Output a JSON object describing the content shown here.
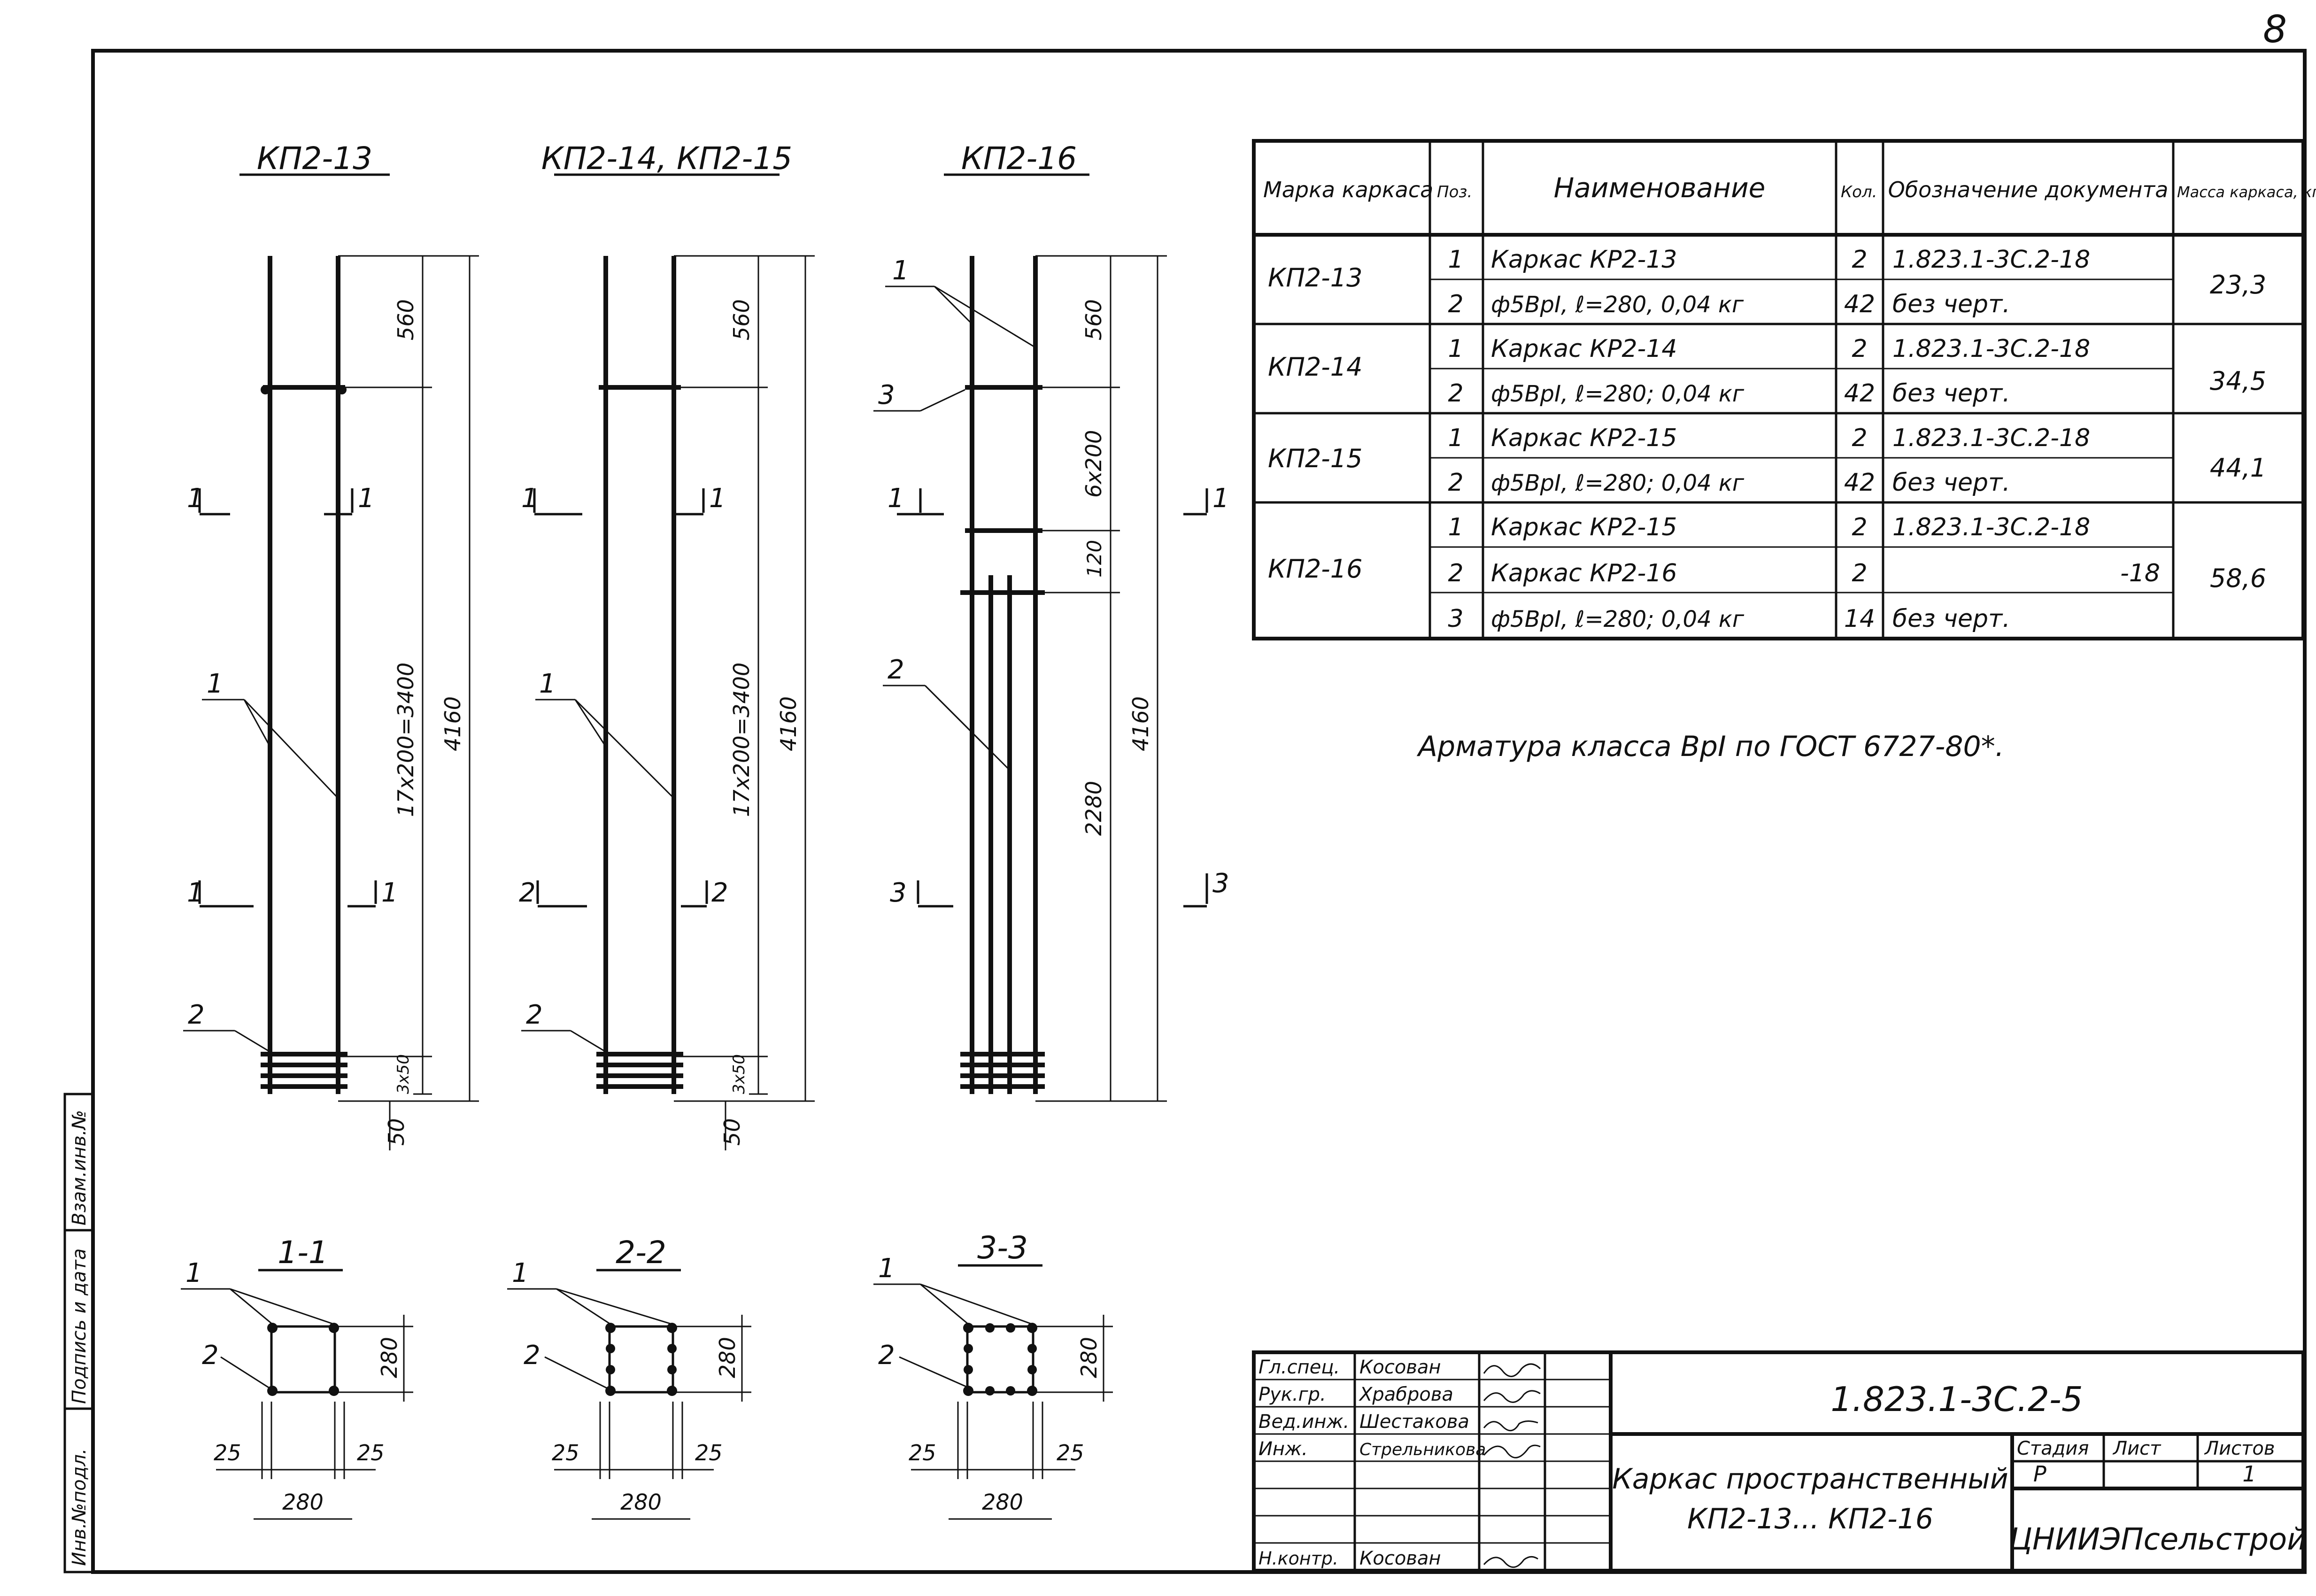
{
  "sheet": {
    "page_number": "8",
    "note": "Арматура класса ВрI по ГОСТ 6727-80*."
  },
  "views": [
    {
      "title": "КП2-13",
      "dims": [
        "560",
        "17х200=3400",
        "4160",
        "3х50",
        "50"
      ],
      "section_marks": [
        "1",
        "1",
        "1",
        "1"
      ],
      "leaders": [
        "1",
        "2"
      ]
    },
    {
      "title": "КП2-14, КП2-15",
      "dims": [
        "560",
        "17х200=3400",
        "4160",
        "3х50",
        "50"
      ],
      "section_marks": [
        "1",
        "1",
        "2",
        "2"
      ],
      "leaders": [
        "1",
        "2"
      ]
    },
    {
      "title": "КП2-16",
      "dims": [
        "560",
        "6х200",
        "120",
        "2280",
        "4160"
      ],
      "section_marks": [
        "1",
        "1",
        "3",
        "3"
      ],
      "leaders": [
        "1",
        "3",
        "2"
      ]
    }
  ],
  "sections": [
    {
      "title": "1-1",
      "dims": [
        "280",
        "25",
        "25",
        "280"
      ],
      "leaders": [
        "1",
        "2"
      ]
    },
    {
      "title": "2-2",
      "dims": [
        "280",
        "25",
        "25",
        "280"
      ],
      "leaders": [
        "1",
        "2"
      ]
    },
    {
      "title": "3-3",
      "dims": [
        "280",
        "25",
        "25",
        "280"
      ],
      "leaders": [
        "1",
        "2"
      ]
    }
  ],
  "spec_table": {
    "headers": [
      "Марка каркаса",
      "Поз.",
      "Наименование",
      "Кол.",
      "Обозначение документа",
      "Масса каркаса, кг"
    ],
    "groups": [
      {
        "mark": "КП2-13",
        "mass": "23,3",
        "rows": [
          {
            "pos": "1",
            "name": "Каркас КР2-13",
            "qty": "2",
            "doc": "1.823.1-3С.2-18"
          },
          {
            "pos": "2",
            "name": "ф5ВрI, ℓ=280, 0,04 кг",
            "qty": "42",
            "doc": "без черт."
          }
        ]
      },
      {
        "mark": "КП2-14",
        "mass": "34,5",
        "rows": [
          {
            "pos": "1",
            "name": "Каркас КР2-14",
            "qty": "2",
            "doc": "1.823.1-3С.2-18"
          },
          {
            "pos": "2",
            "name": "ф5ВрI, ℓ=280; 0,04 кг",
            "qty": "42",
            "doc": "без черт."
          }
        ]
      },
      {
        "mark": "КП2-15",
        "mass": "44,1",
        "rows": [
          {
            "pos": "1",
            "name": "Каркас КР2-15",
            "qty": "2",
            "doc": "1.823.1-3С.2-18"
          },
          {
            "pos": "2",
            "name": "ф5ВрI, ℓ=280; 0,04 кг",
            "qty": "42",
            "doc": "без черт."
          }
        ]
      },
      {
        "mark": "КП2-16",
        "mass": "58,6",
        "rows": [
          {
            "pos": "1",
            "name": "Каркас КР2-15",
            "qty": "2",
            "doc": "1.823.1-3С.2-18"
          },
          {
            "pos": "2",
            "name": "Каркас КР2-16",
            "qty": "2",
            "doc": "-18"
          },
          {
            "pos": "3",
            "name": "ф5ВрI, ℓ=280; 0,04 кг",
            "qty": "14",
            "doc": "без черт."
          }
        ]
      }
    ]
  },
  "title_block": {
    "designation": "1.823.1-3С.2-5",
    "name_line1": "Каркас пространственный",
    "name_line2": "КП2-13... КП2-16",
    "org": "ЦНИИЭПсельстрой",
    "stage_label": "Стадия",
    "sheet_label": "Лист",
    "sheets_label": "Листов",
    "stage": "Р",
    "sheet": "",
    "sheets": "1",
    "roles": [
      {
        "role": "Гл.спец.",
        "name": "Косован"
      },
      {
        "role": "Рук.гр.",
        "name": "Храброва"
      },
      {
        "role": "Вед.инж.",
        "name": "Шестакова"
      },
      {
        "role": "Инж.",
        "name": "Стрельникова"
      },
      {
        "role": "",
        "name": ""
      },
      {
        "role": "",
        "name": ""
      },
      {
        "role": "",
        "name": ""
      },
      {
        "role": "Н.контр.",
        "name": "Косован"
      }
    ]
  },
  "side_stamp": [
    "Инв.№подл.",
    "Подпись и дата",
    "Взам.инв.№"
  ]
}
